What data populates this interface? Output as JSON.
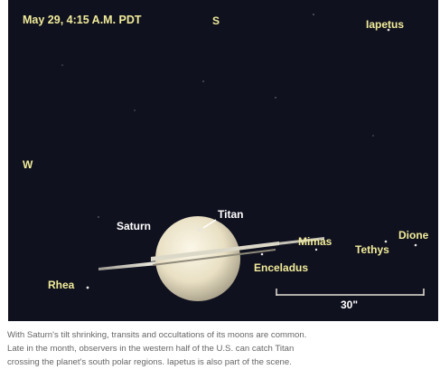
{
  "header": {
    "datetime": "May 29, 4:15 A.M. PDT"
  },
  "compass": {
    "south": "S",
    "west": "W"
  },
  "labels": {
    "saturn": "Saturn",
    "titan": "Titan",
    "rhea": "Rhea",
    "mimas": "Mimas",
    "enceladus": "Enceladus",
    "tethys": "Tethys",
    "dione": "Dione",
    "iapetus": "Iapetus"
  },
  "scale_bar": {
    "label": "30\""
  },
  "caption": {
    "line1": "With Saturn's tilt shrinking, transits and occultations of its moons are common.",
    "line2": "Late in the month, observers in the western half of the U.S. can catch Titan",
    "line3": "crossing the planet's south polar regions. Iapetus is also part of the scene."
  },
  "colors": {
    "sky": "#10111f",
    "label_yellow": "#f1ec9a",
    "label_white": "#ffffff",
    "caption_text": "#666666"
  }
}
